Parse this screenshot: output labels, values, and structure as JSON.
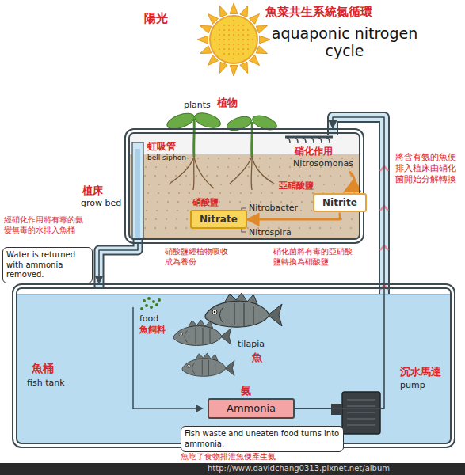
{
  "diagram": {
    "title": "aquaponic nitrogen cycle",
    "nodes": [
      {
        "text": [
          "植床",
          "grow bed"
        ]
      },
      {
        "text": [
          "Nitrite"
        ],
        "in": 0
      },
      {
        "text": [
          "Nitrate"
        ],
        "in": 0
      },
      {
        "text": [
          "魚桶",
          "fish tank"
        ]
      },
      {
        "text": [
          "Ammonia"
        ],
        "in": 3
      },
      {
        "text": [
          "Water is returned with ammonia removed."
        ]
      },
      {
        "text": [
          "Fish waste and uneaten food turns into ammonia."
        ]
      }
    ],
    "edges": [
      {
        "from": 1,
        "to": 2,
        "arrow": "to"
      },
      {
        "from": 4,
        "to": 0,
        "arrow": "to"
      },
      {
        "from": 0,
        "to": 3,
        "arrow": "to"
      }
    ],
    "labels": [
      "陽光",
      "魚菜共生系統氮循環",
      "plants",
      "植物",
      "虹吸管",
      "bell siphon",
      "硝化作用",
      "Nitrosomonas",
      "亞硝酸鹽",
      "硝酸鹽",
      "Nitrobacter",
      "Nitrospira",
      "將含有氨的魚便排入植床由硝化菌開始分解轉換",
      "經硝化作用將有毒的氨變無毒的水排入魚桶",
      "硝酸鹽經植物吸收成為養份",
      "硝化菌將有毒的亞硝酸鹽轉換為硝酸鹽",
      "food",
      "魚飼料",
      "tilapia",
      "魚",
      "氨",
      "沉水馬達",
      "pump",
      "魚吃了食物排泄魚便產生氨",
      "http://www.davidchang0313.pixnet.net/album"
    ]
  }
}
